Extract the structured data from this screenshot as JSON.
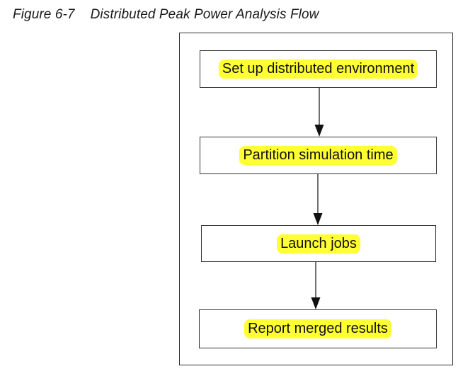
{
  "caption": {
    "figure_number": "Figure 6-7",
    "title": "Distributed Peak Power Analysis Flow"
  },
  "steps": [
    {
      "label": "Set up distributed environment"
    },
    {
      "label": "Partition simulation time"
    },
    {
      "label": "Launch jobs"
    },
    {
      "label": "Report merged results"
    }
  ],
  "colors": {
    "highlight": "#ffff33",
    "line": "#333333",
    "text": "#111111"
  }
}
